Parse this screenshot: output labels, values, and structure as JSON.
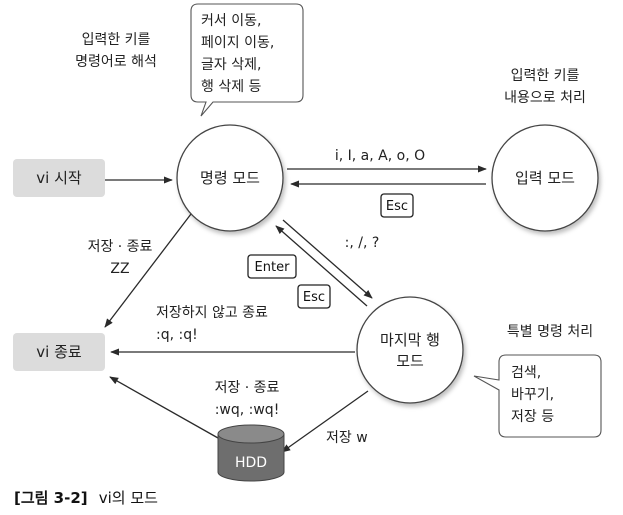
{
  "nodes": {
    "command_mode": "명령 모드",
    "input_mode": "입력 모드",
    "last_line_mode": [
      "마지막 행",
      "모드"
    ],
    "vi_start": "vi 시작",
    "vi_end": "vi 종료",
    "hdd": "HDD"
  },
  "notes": {
    "command_interpret": [
      "입력한 키를",
      "명령어로 해석"
    ],
    "command_callout": [
      "커서 이동,",
      "페이지 이동,",
      "글자 삭제,",
      "행 삭제 등"
    ],
    "input_process": [
      "입력한 키를",
      "내용으로 처리"
    ],
    "special_command": "특별 명령 처리",
    "special_callout": [
      "검색,",
      "바꾸기,",
      "저장 등"
    ]
  },
  "edges": {
    "insert_keys": "i, I, a, A, o, O",
    "colon_keys": ":, /, ?",
    "save_quit": [
      "저장 · 종료",
      "ZZ"
    ],
    "quit_nosave": [
      "저장하지 않고 종료",
      ":q, :q!"
    ],
    "save_quit_wq": [
      "저장 · 종료",
      ":wq, :wq!"
    ],
    "save_w": "저장 w"
  },
  "keys": {
    "esc_top": "Esc",
    "enter": "Enter",
    "esc_mid": "Esc"
  },
  "caption": {
    "bracket": "[그림 3-2]",
    "text": "vi의 모드"
  },
  "colors": {
    "box_fill": "#dcdcdc",
    "hdd_fill": "#6e6e6e",
    "line": "#2a2a2a"
  }
}
